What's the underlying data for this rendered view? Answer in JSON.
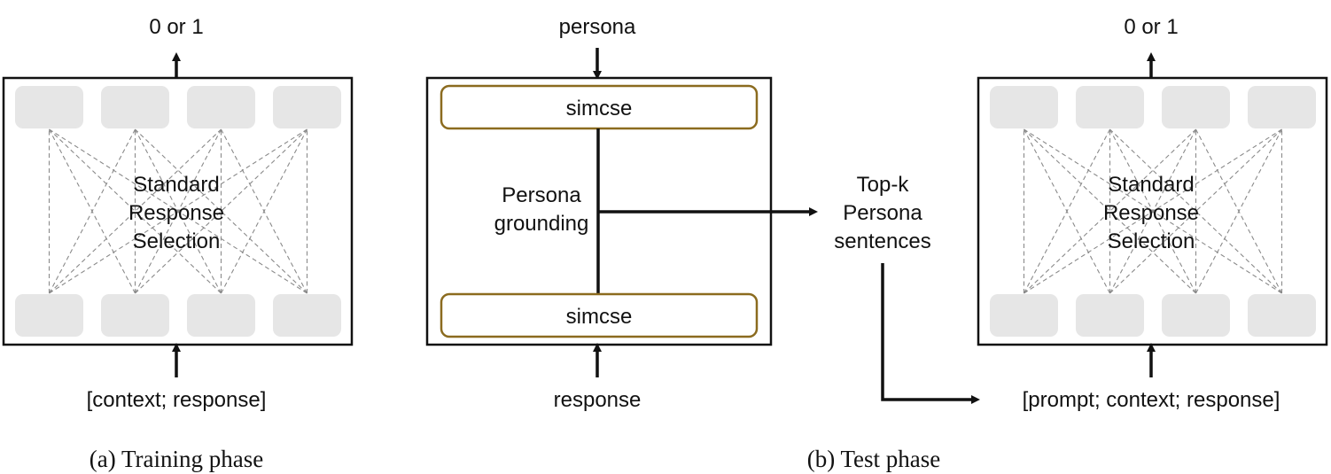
{
  "colors": {
    "frame": "#111111",
    "cell": "#e6e6e6",
    "mesh": "#8a8a8a",
    "simcse_border": "#8b6b1f",
    "text": "#111111"
  },
  "training": {
    "output_label": "0 or 1",
    "model_lines": [
      "Standard",
      "Response",
      "Selection"
    ],
    "input_label": "[context; response]",
    "caption": "(a) Training phase"
  },
  "grounding": {
    "top_input_label": "persona",
    "top_encoder_label": "simcse",
    "bottom_encoder_label": "simcse",
    "bottom_input_label": "response",
    "process_lines": [
      "Persona",
      "grounding"
    ]
  },
  "topk": {
    "lines": [
      "Top-k",
      "Persona",
      "sentences"
    ]
  },
  "test": {
    "output_label": "0 or 1",
    "model_lines": [
      "Standard",
      "Response",
      "Selection"
    ],
    "input_label": "[prompt; context; response]",
    "caption": "(b) Test phase"
  }
}
